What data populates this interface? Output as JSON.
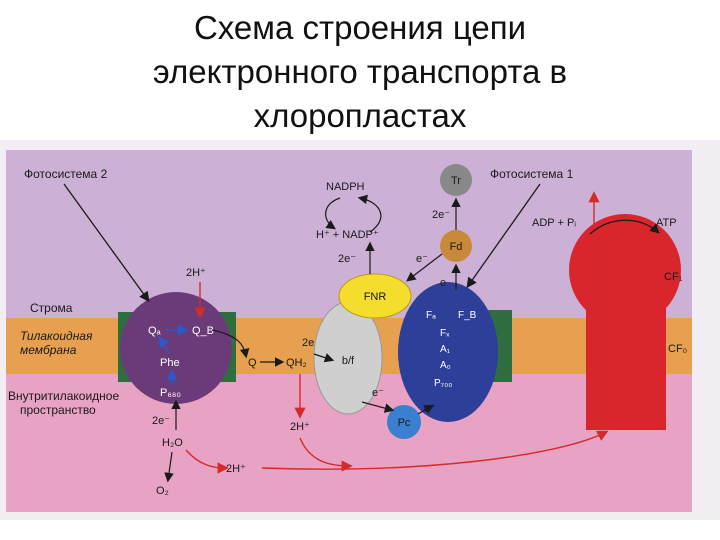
{
  "title": {
    "line1": "Схема строения цепи",
    "line2": "электронного транспорта в",
    "line3": "хлоропластах"
  },
  "regions": {
    "stroma": "Строма",
    "membrane_line1": "Тилакоидная",
    "membrane_line2": "мембрана",
    "lumen_line1": "Внутритилакоидное",
    "lumen_line2": "пространство"
  },
  "labels": {
    "photosystem2": "Фотосистема 2",
    "photosystem1": "Фотосистема 1",
    "nadph": "NADPH",
    "h_nadp": "H⁺ + NADP⁺",
    "two_e_nadp": "2e⁻",
    "two_e_fd": "2e⁻",
    "e_minus_fnr": "e⁻",
    "e_fa": "e",
    "two_h_stroma": "2H⁺",
    "qa": "Qₐ",
    "qb": "Q_B",
    "phe": "Phe",
    "p680": "P₆₈₀",
    "q": "Q",
    "qh2": "QH₂",
    "two_e_mid": "2e",
    "bf": "b/f",
    "fnr": "FNR",
    "tr": "Tr",
    "fd": "Fd",
    "fa": "Fₐ",
    "fb": "F_B",
    "fx": "Fₓ",
    "a1": "A₁",
    "a0": "A₀",
    "p700": "P₇₀₀",
    "e_cyt_pc": "e⁻",
    "e_pc_ps1": "e⁻",
    "pc": "Pc",
    "two_h_lumen": "2H⁺",
    "two_e_water": "2e⁻",
    "h2o": "H₂O",
    "two_h_bottom": "2H⁺",
    "o2": "O₂",
    "adp": "ADP + Pᵢ",
    "atp": "ATP",
    "cf1": "CF₁",
    "cf0": "CF₀"
  },
  "colors": {
    "stroma": "#cdb0d6",
    "membrane": "#e7a04f",
    "lumen": "#e7a2c4",
    "ps2": "#6b3a78",
    "ps1": "#2d3f99",
    "membrane_block": "#2f6e3e",
    "atp_synthase": "#d8262c",
    "fnr": "#f4dd2c",
    "cytochrome": "#cfcfcf",
    "pc": "#3a7fd0",
    "fd": "#c88a3a",
    "tr": "#888888",
    "arrow_red": "#d42a2a",
    "arrow_black": "#1a1a1a"
  }
}
